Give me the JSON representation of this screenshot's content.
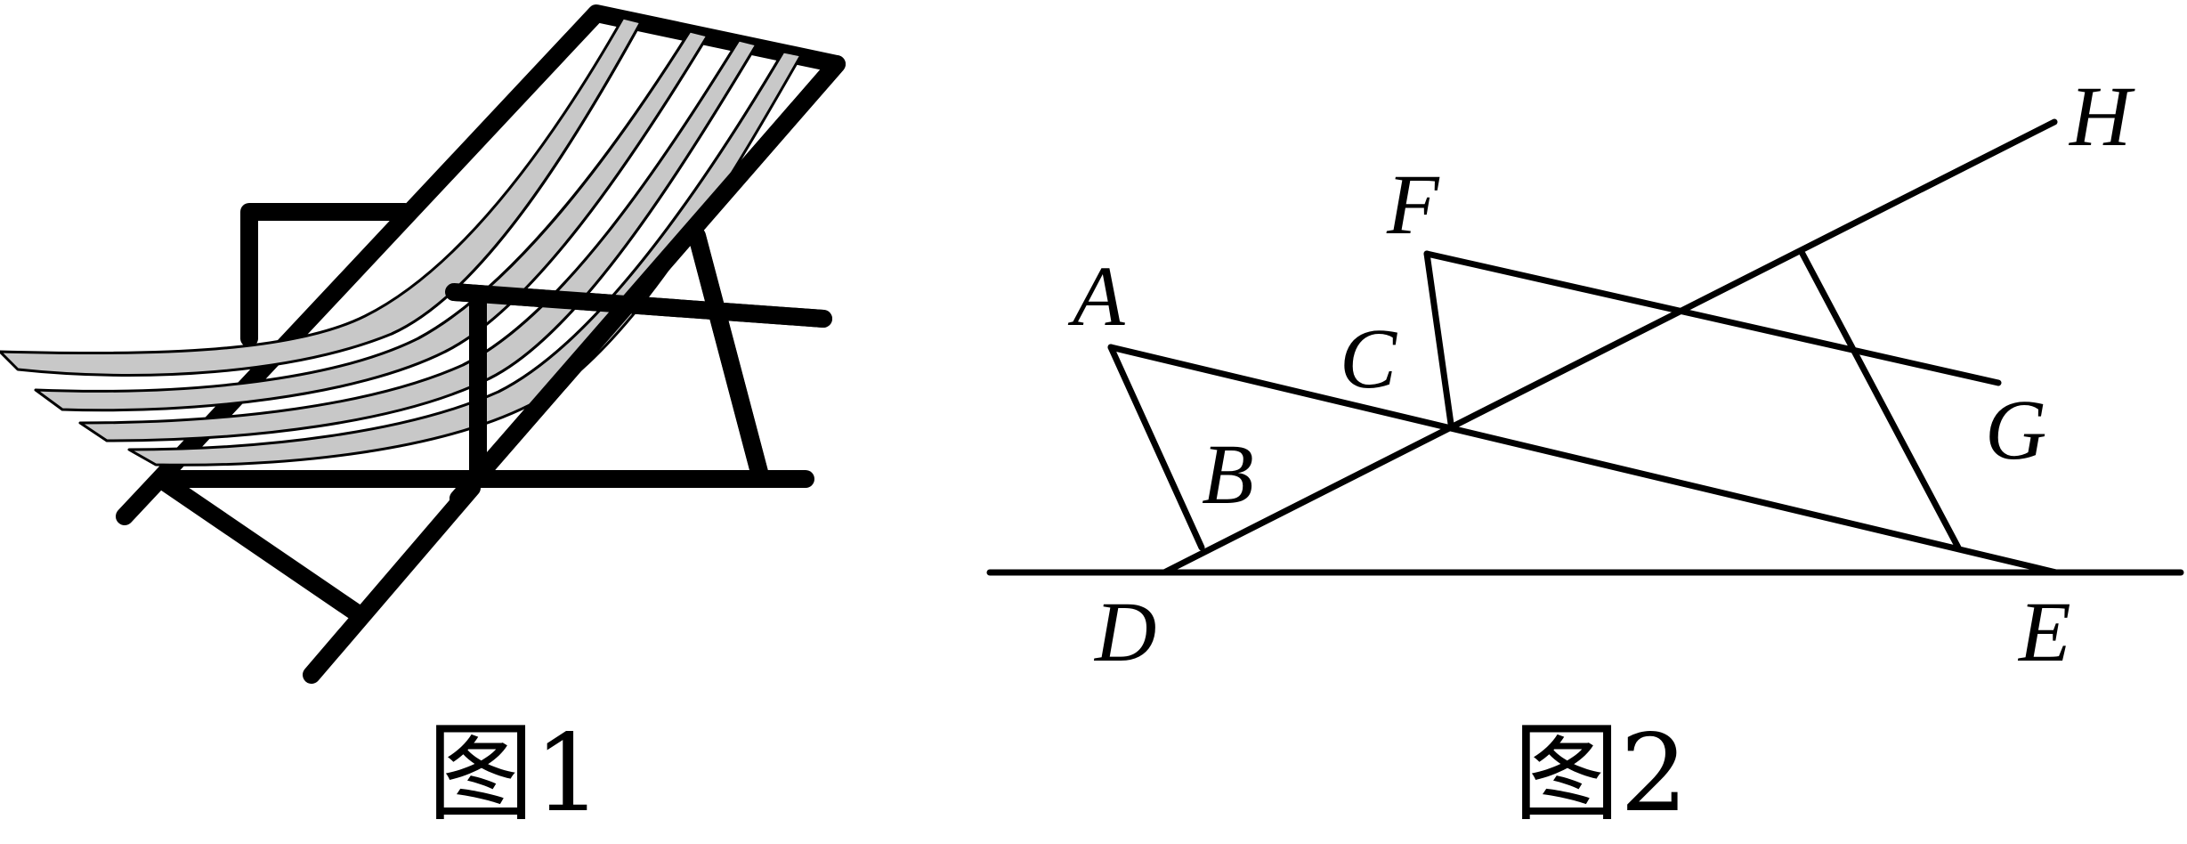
{
  "figure1": {
    "caption": "图1"
  },
  "figure2": {
    "caption": "图2",
    "points": {
      "A": "A",
      "B": "B",
      "C": "C",
      "D": "D",
      "E": "E",
      "F": "F",
      "G": "G",
      "H": "H"
    }
  }
}
